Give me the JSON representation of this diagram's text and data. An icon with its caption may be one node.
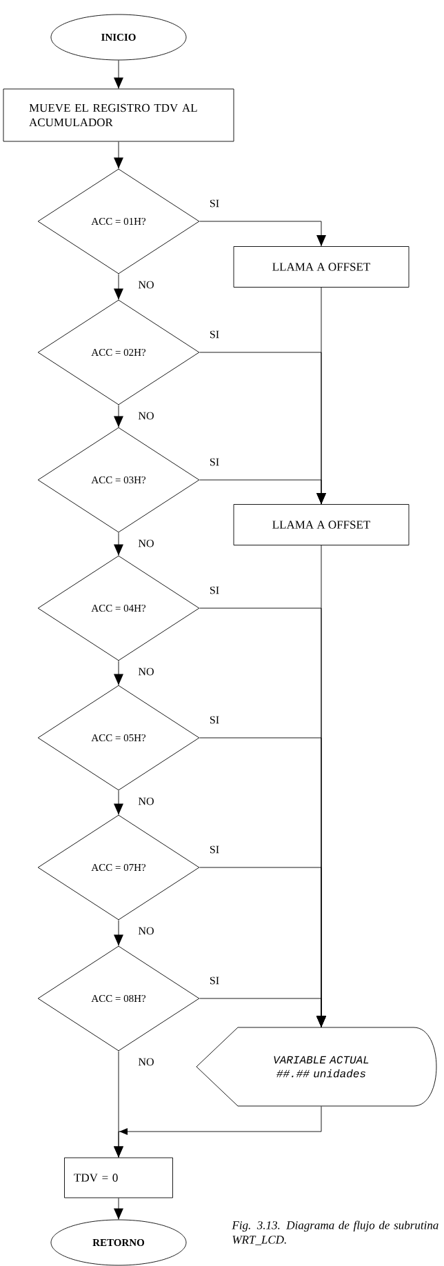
{
  "diagram": {
    "caption": "Fig. 3.13. Diagrama de flujo de subrutina WRT_LCD.",
    "nodes": [
      {
        "text": [
          "INICIO"
        ]
      },
      {
        "text": [
          "MUEVE EL REGISTRO TDV AL ACUMULADOR"
        ]
      },
      {
        "text": [
          "ACC = 01H?"
        ]
      },
      {
        "text": [
          "LLAMA A OFFSET"
        ]
      },
      {
        "text": [
          "ACC = 02H?"
        ]
      },
      {
        "text": [
          "ACC = 03H?"
        ]
      },
      {
        "text": [
          "LLAMA A OFFSET"
        ]
      },
      {
        "text": [
          "ACC = 04H?"
        ]
      },
      {
        "text": [
          "ACC = 05H?"
        ]
      },
      {
        "text": [
          "ACC = 07H?"
        ]
      },
      {
        "text": [
          "ACC = 08H?"
        ]
      },
      {
        "text": [
          "VARIABLE ACTUAL ##.## unidades"
        ]
      },
      {
        "text": [
          "TDV = 0"
        ]
      },
      {
        "text": [
          "RETORNO"
        ]
      }
    ],
    "edges": [
      {
        "from": 0,
        "to": 1,
        "arrow": "to"
      },
      {
        "from": 1,
        "to": 2,
        "arrow": "to"
      },
      {
        "from": 2,
        "to": 3,
        "arrow": "to",
        "label": "SI"
      },
      {
        "from": 2,
        "to": 4,
        "arrow": "to",
        "label": "NO"
      },
      {
        "from": 4,
        "to": 6,
        "arrow": "to",
        "label": "SI"
      },
      {
        "from": 3,
        "to": 6,
        "arrow": "to"
      },
      {
        "from": 4,
        "to": 5,
        "arrow": "to",
        "label": "NO"
      },
      {
        "from": 5,
        "to": 6,
        "arrow": "to",
        "label": "SI"
      },
      {
        "from": 5,
        "to": 7,
        "arrow": "to",
        "label": "NO"
      },
      {
        "from": 7,
        "to": 11,
        "arrow": "to",
        "label": "SI"
      },
      {
        "from": 6,
        "to": 11,
        "arrow": "to"
      },
      {
        "from": 7,
        "to": 8,
        "arrow": "to",
        "label": "NO"
      },
      {
        "from": 8,
        "to": 11,
        "arrow": "to",
        "label": "SI"
      },
      {
        "from": 8,
        "to": 9,
        "arrow": "to",
        "label": "NO"
      },
      {
        "from": 9,
        "to": 11,
        "arrow": "to",
        "label": "SI"
      },
      {
        "from": 9,
        "to": 10,
        "arrow": "to",
        "label": "NO"
      },
      {
        "from": 10,
        "to": 11,
        "arrow": "to",
        "label": "SI"
      },
      {
        "from": 10,
        "to": 12,
        "arrow": "to",
        "label": "NO"
      },
      {
        "from": 11,
        "to": 12,
        "arrow": "to"
      },
      {
        "from": 12,
        "to": 13,
        "arrow": "to"
      }
    ]
  }
}
